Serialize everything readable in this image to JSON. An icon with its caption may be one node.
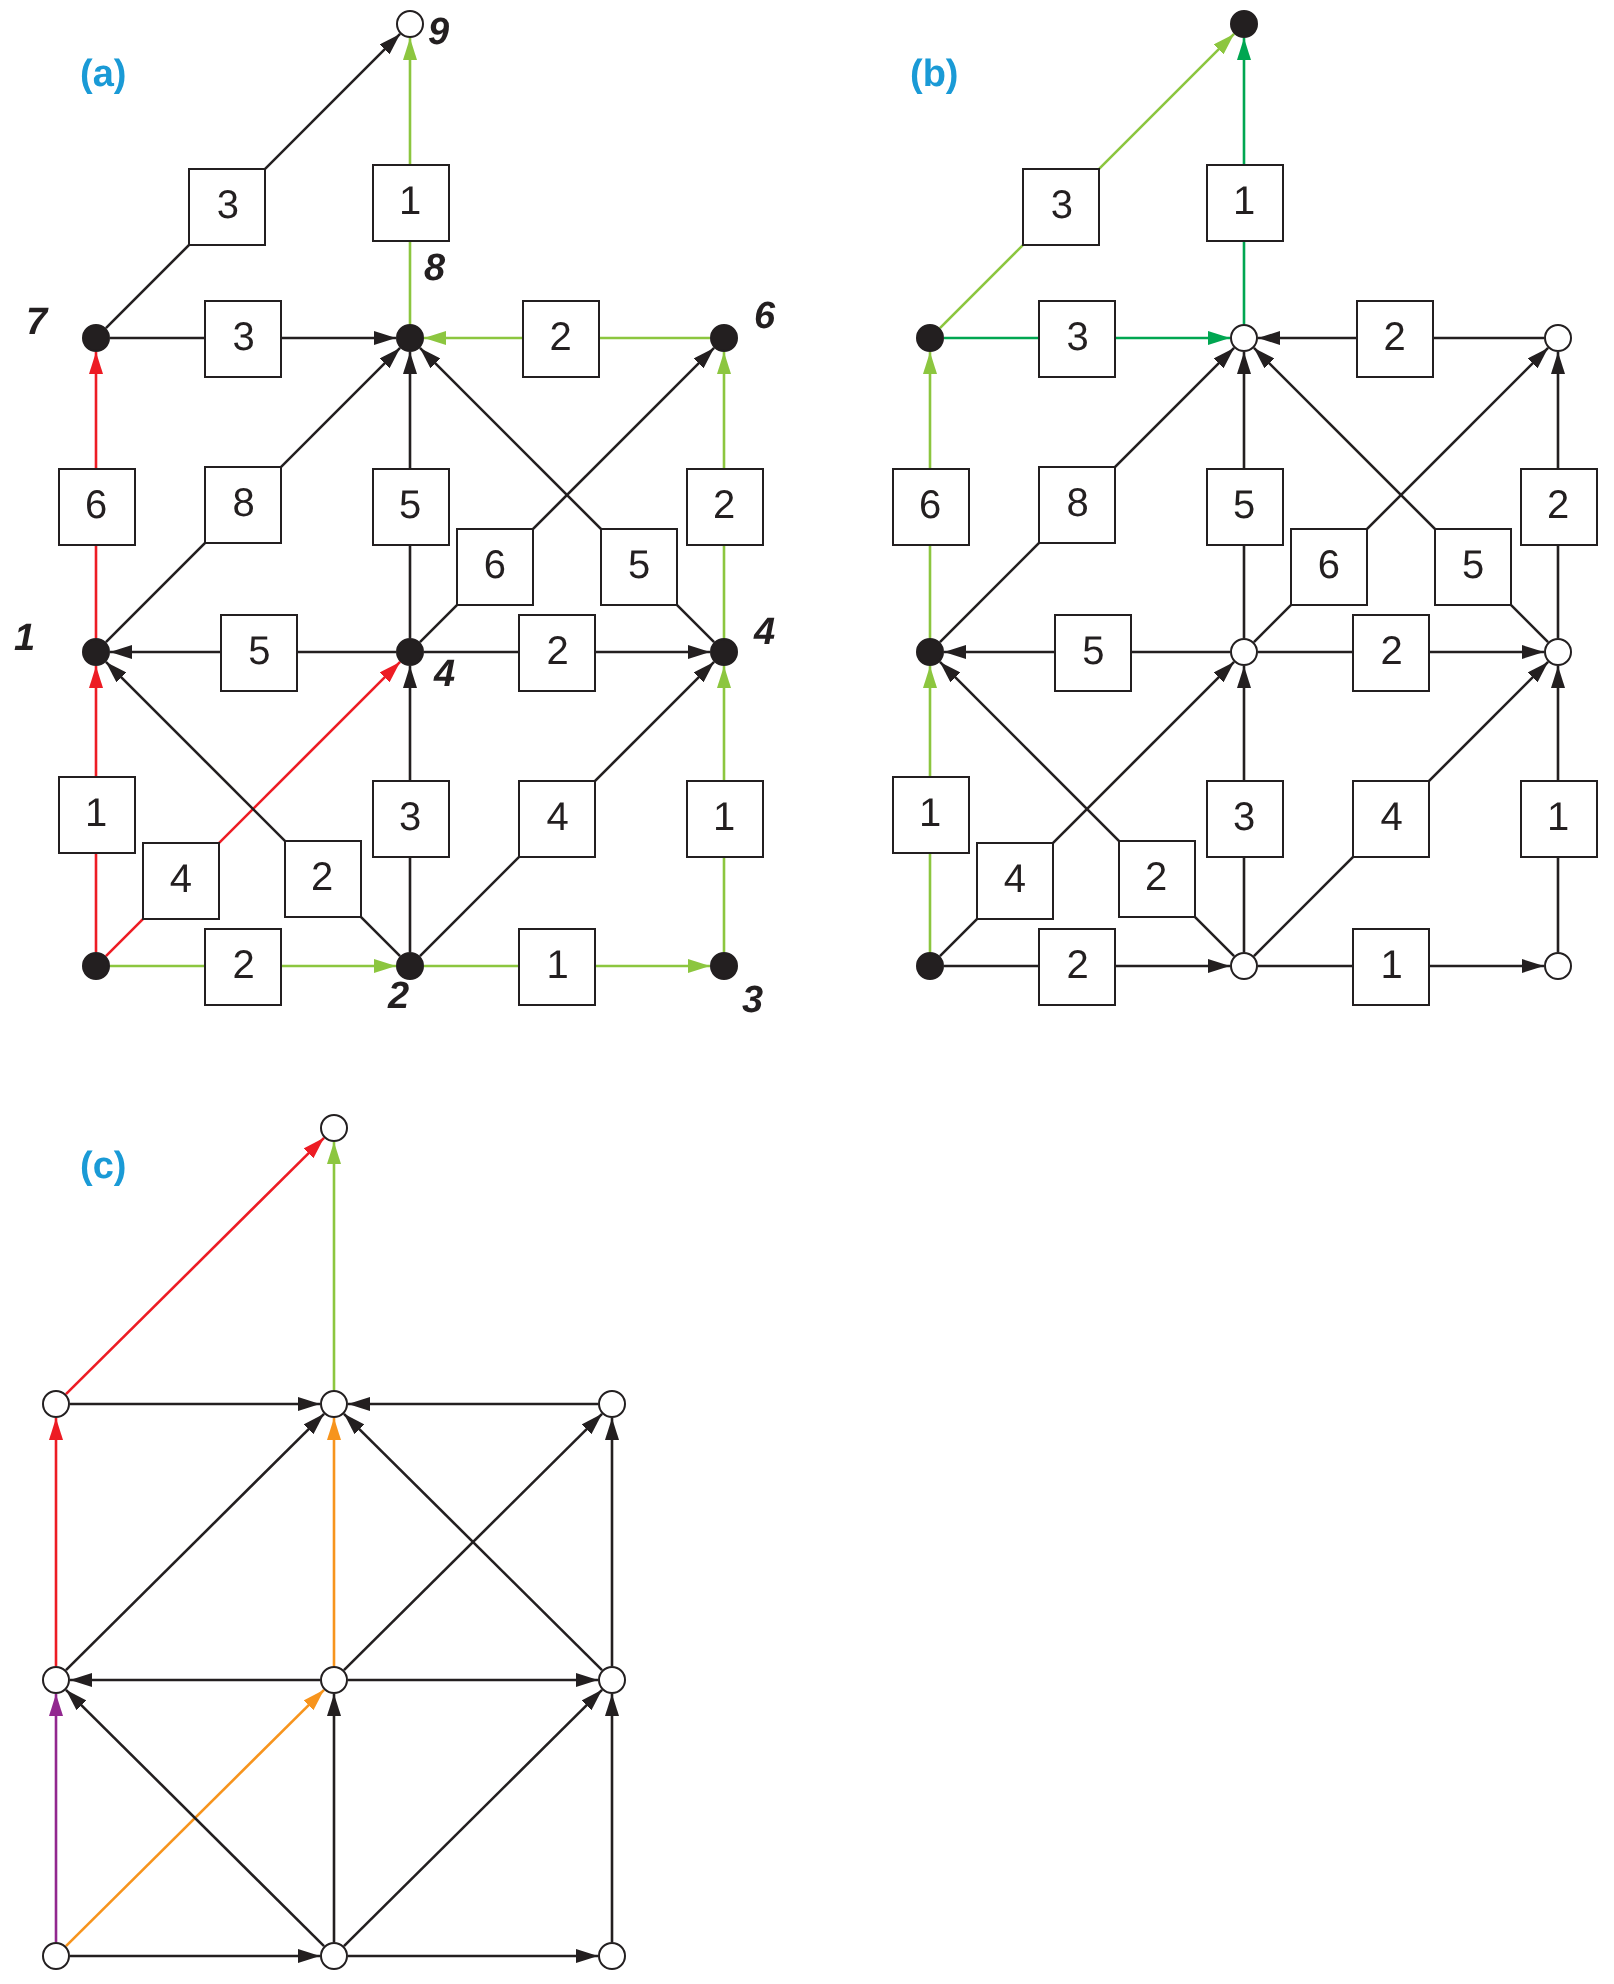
{
  "diagram": {
    "nodes": [
      {
        "text": [],
        "shape": "circle",
        "beside": [
          "9"
        ]
      },
      {
        "text": [],
        "shape": "dot",
        "beside": [
          "7"
        ]
      },
      {
        "text": [],
        "shape": "dot",
        "beside": [
          "8"
        ]
      },
      {
        "text": [],
        "shape": "dot",
        "beside": [
          "6"
        ]
      },
      {
        "text": [],
        "shape": "dot",
        "beside": [
          "1"
        ]
      },
      {
        "text": [],
        "shape": "dot",
        "beside": [
          "4"
        ]
      },
      {
        "text": [],
        "shape": "dot",
        "beside": [
          "4"
        ]
      },
      {
        "text": [],
        "shape": "dot"
      },
      {
        "text": [],
        "shape": "dot",
        "beside": [
          "2"
        ]
      },
      {
        "text": [],
        "shape": "dot",
        "beside": [
          "3"
        ]
      },
      {
        "text": [],
        "shape": "dot"
      },
      {
        "text": [],
        "shape": "dot"
      },
      {
        "text": [],
        "shape": "circle"
      },
      {
        "text": [],
        "shape": "circle"
      },
      {
        "text": [],
        "shape": "dot"
      },
      {
        "text": [],
        "shape": "circle"
      },
      {
        "text": [],
        "shape": "circle"
      },
      {
        "text": [],
        "shape": "dot"
      },
      {
        "text": [],
        "shape": "circle"
      },
      {
        "text": [],
        "shape": "circle"
      },
      {
        "text": [],
        "shape": "circle"
      },
      {
        "text": [],
        "shape": "circle"
      },
      {
        "text": [],
        "shape": "circle"
      },
      {
        "text": [],
        "shape": "circle"
      },
      {
        "text": [],
        "shape": "circle"
      },
      {
        "text": [],
        "shape": "circle"
      },
      {
        "text": [],
        "shape": "circle"
      },
      {
        "text": [],
        "shape": "circle"
      },
      {
        "text": [],
        "shape": "circle"
      },
      {
        "text": [],
        "shape": "circle"
      }
    ],
    "edges": [
      {
        "from": 1,
        "to": 0,
        "arrow": "to",
        "label": "3"
      },
      {
        "from": 2,
        "to": 0,
        "arrow": "to",
        "label": "1",
        "color": "#8cc63f"
      },
      {
        "from": 1,
        "to": 2,
        "arrow": "to",
        "label": "3"
      },
      {
        "from": 3,
        "to": 2,
        "arrow": "to",
        "label": "2",
        "color": "#8cc63f"
      },
      {
        "from": 4,
        "to": 1,
        "arrow": "to",
        "label": "6",
        "color": "#ed1c24"
      },
      {
        "from": 4,
        "to": 2,
        "arrow": "to",
        "label": "8"
      },
      {
        "from": 5,
        "to": 2,
        "arrow": "to",
        "label": "5"
      },
      {
        "from": 5,
        "to": 3,
        "arrow": "to",
        "label": "6"
      },
      {
        "from": 6,
        "to": 2,
        "arrow": "to",
        "label": "5"
      },
      {
        "from": 6,
        "to": 3,
        "arrow": "to",
        "label": "2",
        "color": "#8cc63f"
      },
      {
        "from": 5,
        "to": 4,
        "arrow": "to",
        "label": "5"
      },
      {
        "from": 5,
        "to": 6,
        "arrow": "to",
        "label": "2"
      },
      {
        "from": 7,
        "to": 4,
        "arrow": "to",
        "label": "1",
        "color": "#ed1c24"
      },
      {
        "from": 7,
        "to": 5,
        "arrow": "to",
        "label": "4",
        "color": "#ed1c24"
      },
      {
        "from": 8,
        "to": 4,
        "arrow": "to",
        "label": "2"
      },
      {
        "from": 8,
        "to": 5,
        "arrow": "to",
        "label": "3"
      },
      {
        "from": 8,
        "to": 6,
        "arrow": "to",
        "label": "4"
      },
      {
        "from": 9,
        "to": 6,
        "arrow": "to",
        "label": "1",
        "color": "#8cc63f"
      },
      {
        "from": 7,
        "to": 8,
        "arrow": "to",
        "label": "2",
        "color": "#8cc63f"
      },
      {
        "from": 8,
        "to": 9,
        "arrow": "to",
        "label": "1",
        "color": "#8cc63f"
      },
      {
        "from": 11,
        "to": 10,
        "arrow": "to",
        "label": "3",
        "color": "#8cc63f"
      },
      {
        "from": 12,
        "to": 10,
        "arrow": "to",
        "label": "1",
        "color": "#00a651"
      },
      {
        "from": 11,
        "to": 12,
        "arrow": "to",
        "label": "3",
        "color": "#00a651"
      },
      {
        "from": 13,
        "to": 12,
        "arrow": "to",
        "label": "2"
      },
      {
        "from": 14,
        "to": 11,
        "arrow": "to",
        "label": "6",
        "color": "#8cc63f"
      },
      {
        "from": 14,
        "to": 12,
        "arrow": "to",
        "label": "8"
      },
      {
        "from": 15,
        "to": 12,
        "arrow": "to",
        "label": "5"
      },
      {
        "from": 15,
        "to": 13,
        "arrow": "to",
        "label": "6"
      },
      {
        "from": 16,
        "to": 12,
        "arrow": "to",
        "label": "5"
      },
      {
        "from": 16,
        "to": 13,
        "arrow": "to",
        "label": "2"
      },
      {
        "from": 15,
        "to": 14,
        "arrow": "to",
        "label": "5"
      },
      {
        "from": 15,
        "to": 16,
        "arrow": "to",
        "label": "2"
      },
      {
        "from": 17,
        "to": 14,
        "arrow": "to",
        "label": "1",
        "color": "#8cc63f"
      },
      {
        "from": 17,
        "to": 15,
        "arrow": "to",
        "label": "4"
      },
      {
        "from": 18,
        "to": 14,
        "arrow": "to",
        "label": "2"
      },
      {
        "from": 18,
        "to": 15,
        "arrow": "to",
        "label": "3"
      },
      {
        "from": 18,
        "to": 16,
        "arrow": "to",
        "label": "4"
      },
      {
        "from": 19,
        "to": 16,
        "arrow": "to",
        "label": "1"
      },
      {
        "from": 17,
        "to": 18,
        "arrow": "to",
        "label": "2"
      },
      {
        "from": 18,
        "to": 19,
        "arrow": "to",
        "label": "1"
      },
      {
        "from": 21,
        "to": 20,
        "arrow": "to",
        "color": "#ed1c24"
      },
      {
        "from": 22,
        "to": 20,
        "arrow": "to",
        "color": "#8cc63f"
      },
      {
        "from": 21,
        "to": 22,
        "arrow": "to"
      },
      {
        "from": 23,
        "to": 22,
        "arrow": "to"
      },
      {
        "from": 24,
        "to": 21,
        "arrow": "to",
        "color": "#ed1c24"
      },
      {
        "from": 24,
        "to": 22,
        "arrow": "to"
      },
      {
        "from": 25,
        "to": 22,
        "arrow": "to",
        "color": "#f7941d"
      },
      {
        "from": 25,
        "to": 23,
        "arrow": "to"
      },
      {
        "from": 26,
        "to": 22,
        "arrow": "to"
      },
      {
        "from": 26,
        "to": 23,
        "arrow": "to"
      },
      {
        "from": 25,
        "to": 24,
        "arrow": "to"
      },
      {
        "from": 25,
        "to": 26,
        "arrow": "to"
      },
      {
        "from": 27,
        "to": 24,
        "arrow": "to",
        "color": "#92278f"
      },
      {
        "from": 27,
        "to": 25,
        "arrow": "to",
        "color": "#f7941d"
      },
      {
        "from": 28,
        "to": 24,
        "arrow": "to"
      },
      {
        "from": 28,
        "to": 25,
        "arrow": "to"
      },
      {
        "from": 28,
        "to": 26,
        "arrow": "to"
      },
      {
        "from": 29,
        "to": 26,
        "arrow": "to"
      },
      {
        "from": 27,
        "to": 28,
        "arrow": "to"
      },
      {
        "from": 28,
        "to": 29,
        "arrow": "to"
      }
    ],
    "labels": [
      "(a)",
      "(b)",
      "(c)"
    ]
  }
}
